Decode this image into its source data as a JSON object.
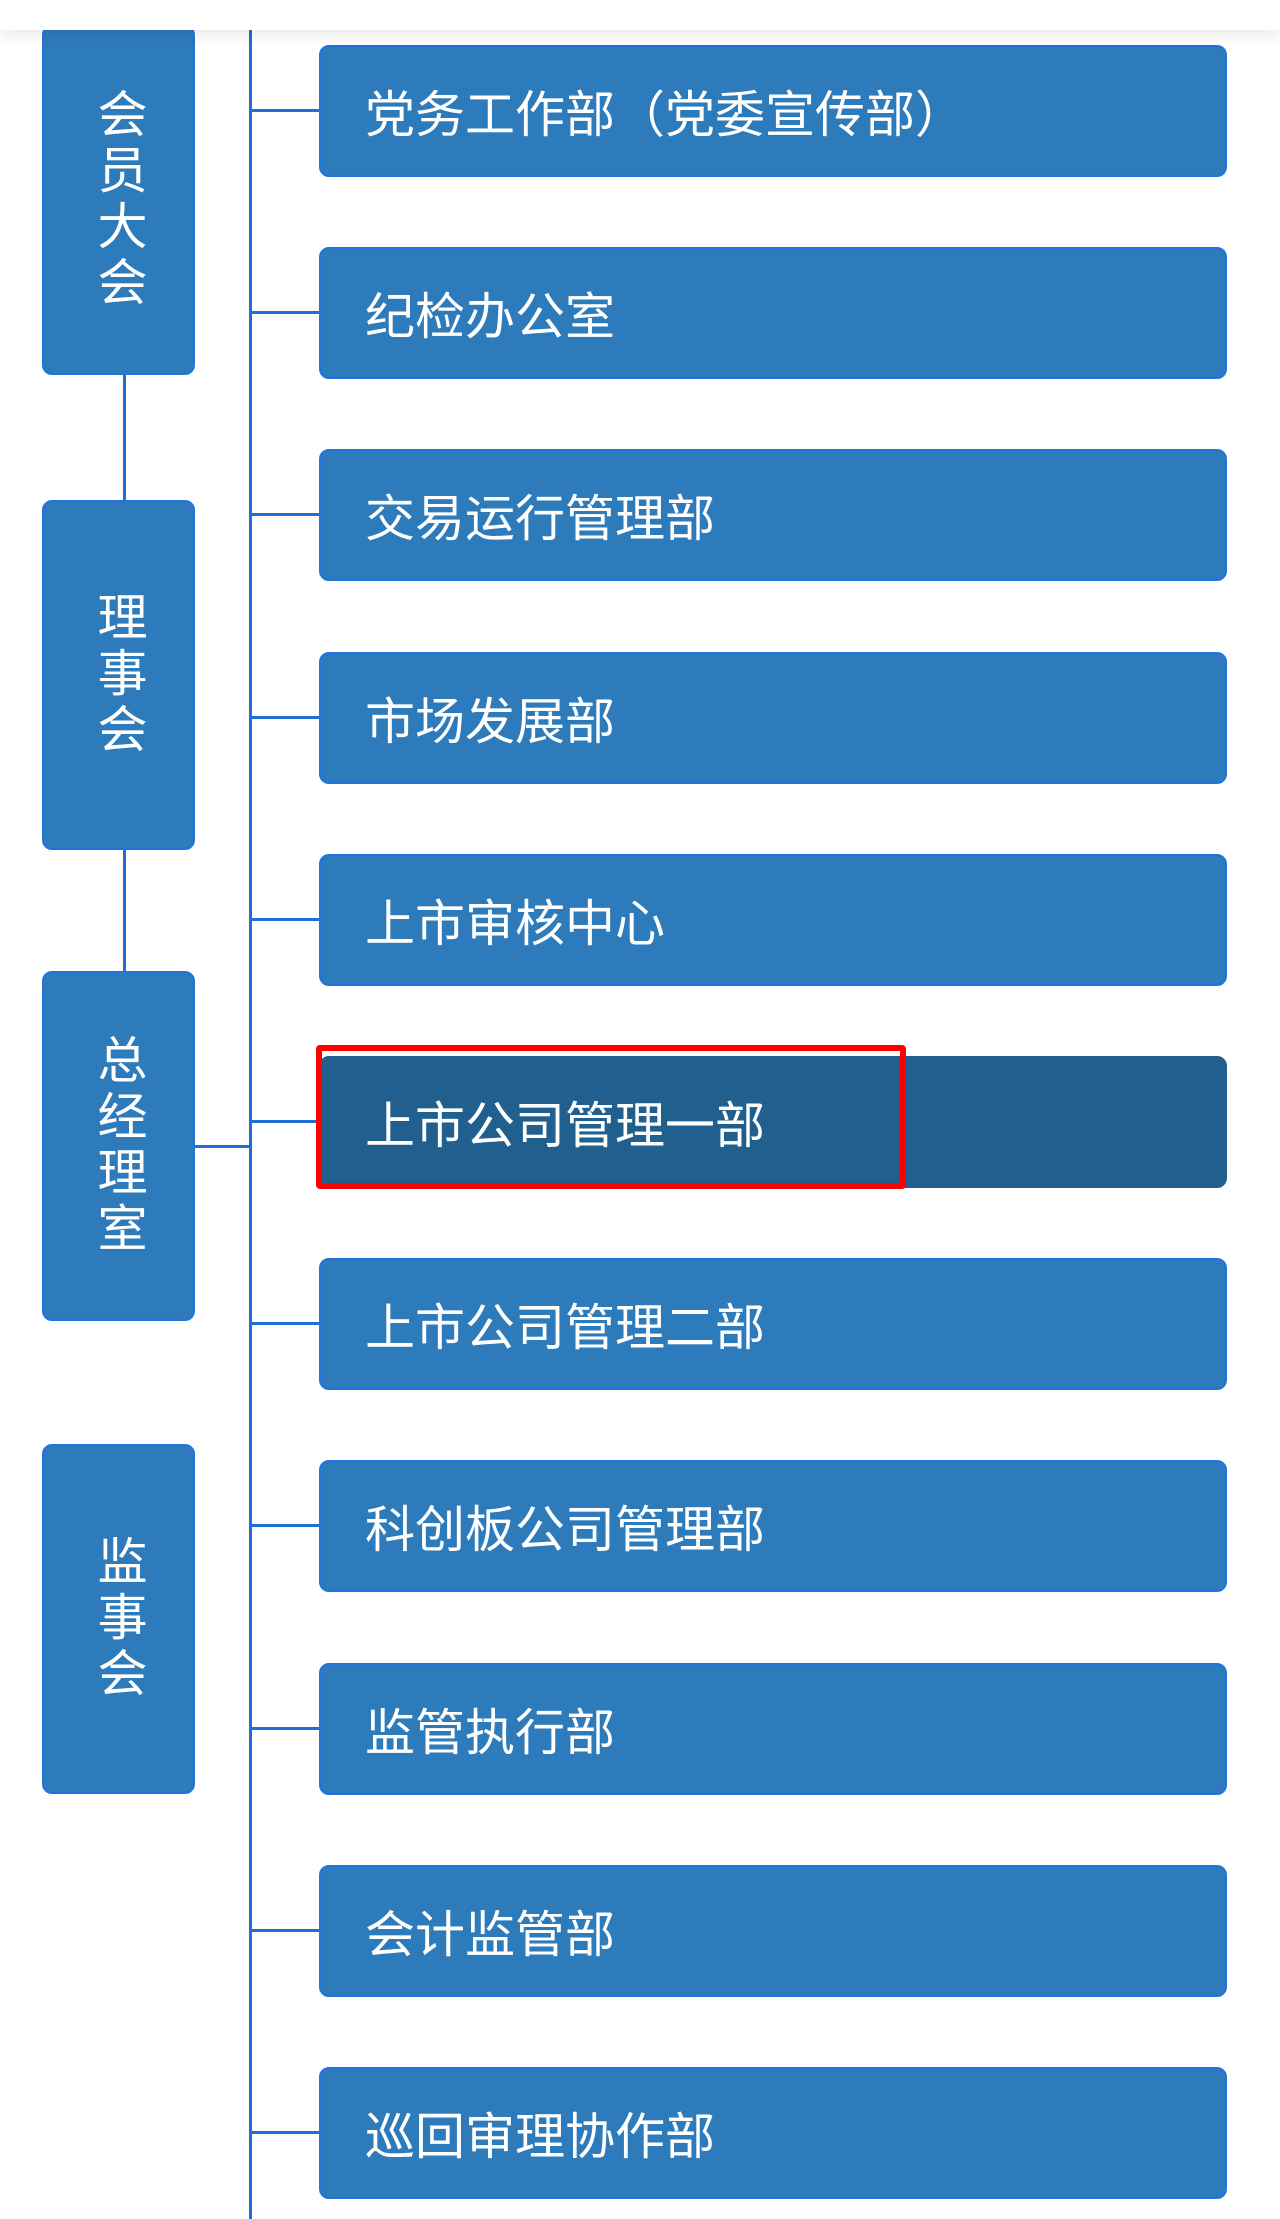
{
  "left_nodes": [
    {
      "label": "会员大会"
    },
    {
      "label": "理事会"
    },
    {
      "label": "总经理室"
    },
    {
      "label": "监事会"
    }
  ],
  "departments": [
    {
      "label": "党务工作部（党委宣传部）"
    },
    {
      "label": "纪检办公室"
    },
    {
      "label": "交易运行管理部"
    },
    {
      "label": "市场发展部"
    },
    {
      "label": "上市审核中心"
    },
    {
      "label": "上市公司管理一部",
      "selected": true
    },
    {
      "label": "上市公司管理二部"
    },
    {
      "label": "科创板公司管理部"
    },
    {
      "label": "监管执行部"
    },
    {
      "label": "会计监管部"
    },
    {
      "label": "巡回审理协作部"
    }
  ],
  "colors": {
    "box": "#2e7bbb",
    "selected_box": "#215f8f",
    "line": "#1f6fd6",
    "highlight": "#ff0000"
  }
}
